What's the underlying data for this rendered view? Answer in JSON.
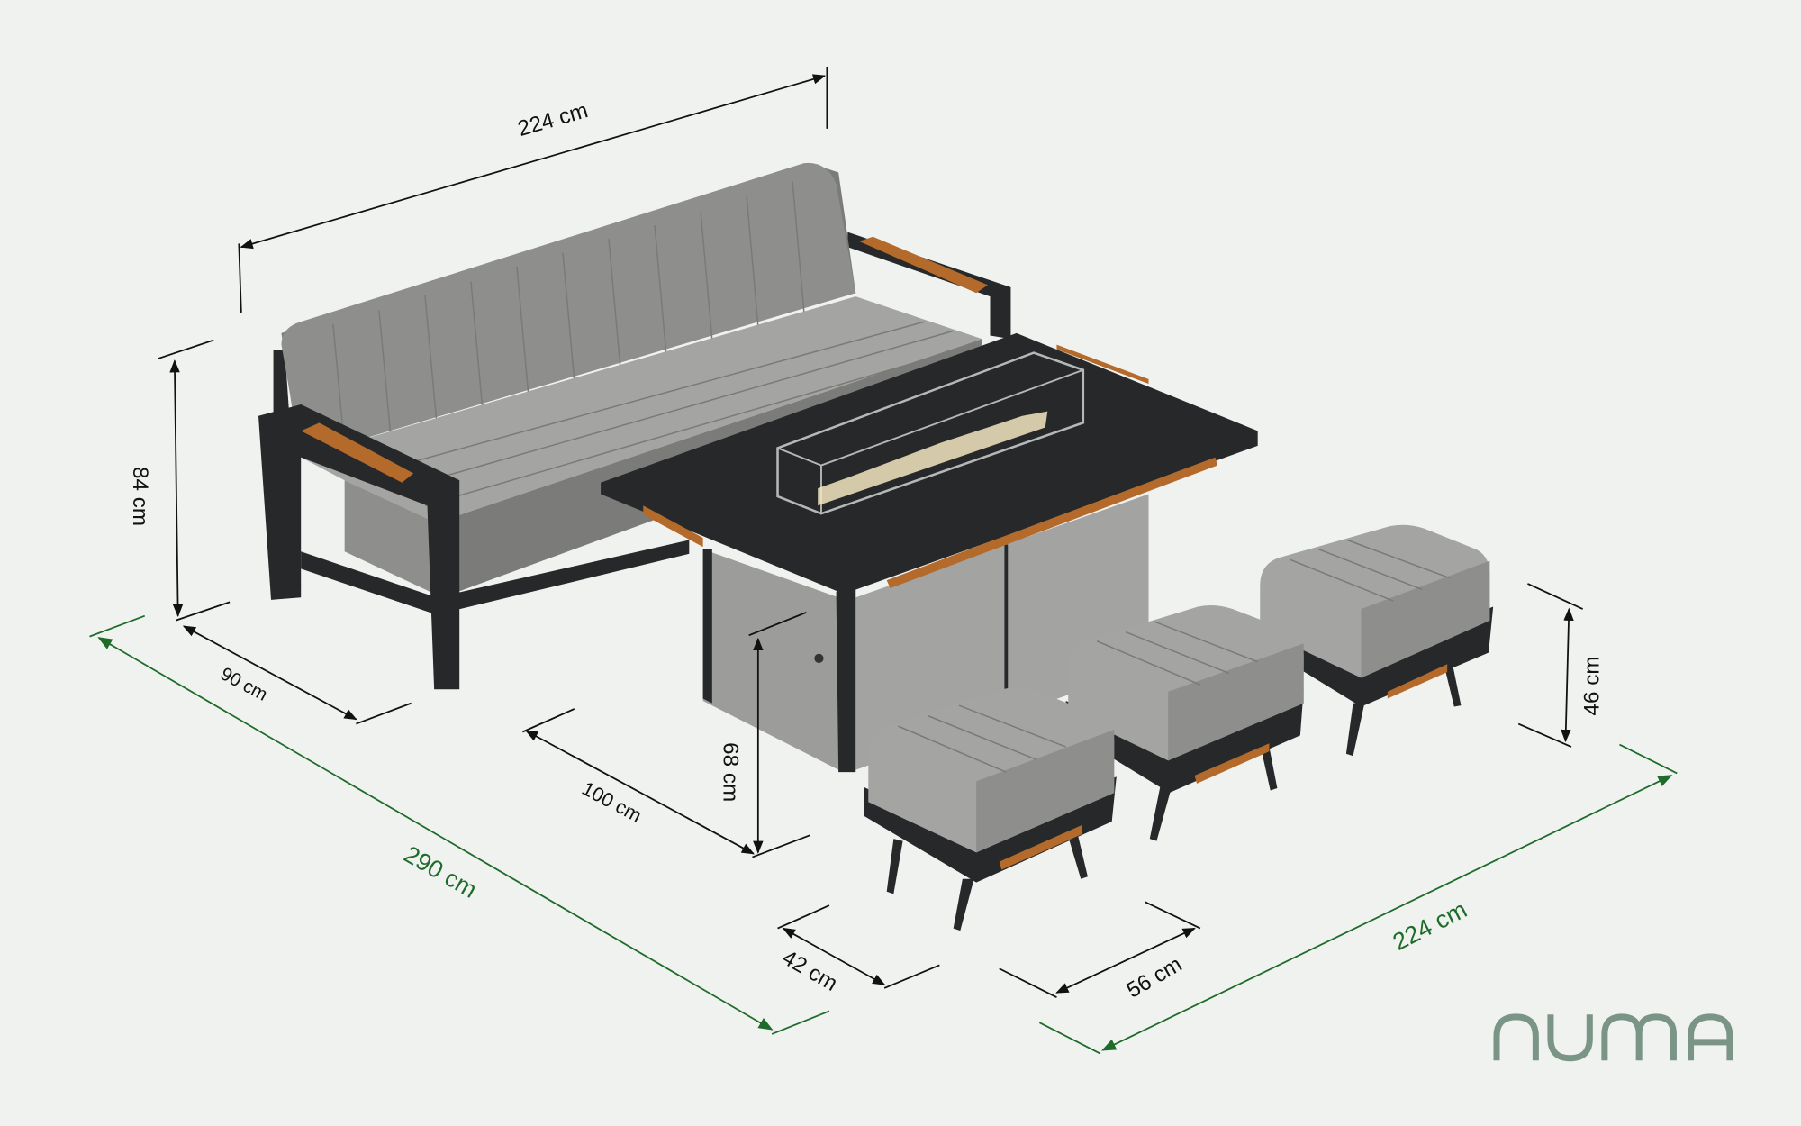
{
  "brand": {
    "logo_text": "numa",
    "color": "#7a9486"
  },
  "colors": {
    "dimension_line": "#111111",
    "overall_dimension": "#1f6b2a",
    "background": "#f0f2f0"
  },
  "dimensions": {
    "sofa_width": "224 cm",
    "sofa_height": "84 cm",
    "sofa_depth": "90 cm",
    "overall_length": "290 cm",
    "table_depth": "100 cm",
    "table_height": "68 cm",
    "ottoman_depth": "42 cm",
    "ottoman_width": "56 cm",
    "overall_width": "224 cm",
    "ottoman_height": "46 cm"
  }
}
